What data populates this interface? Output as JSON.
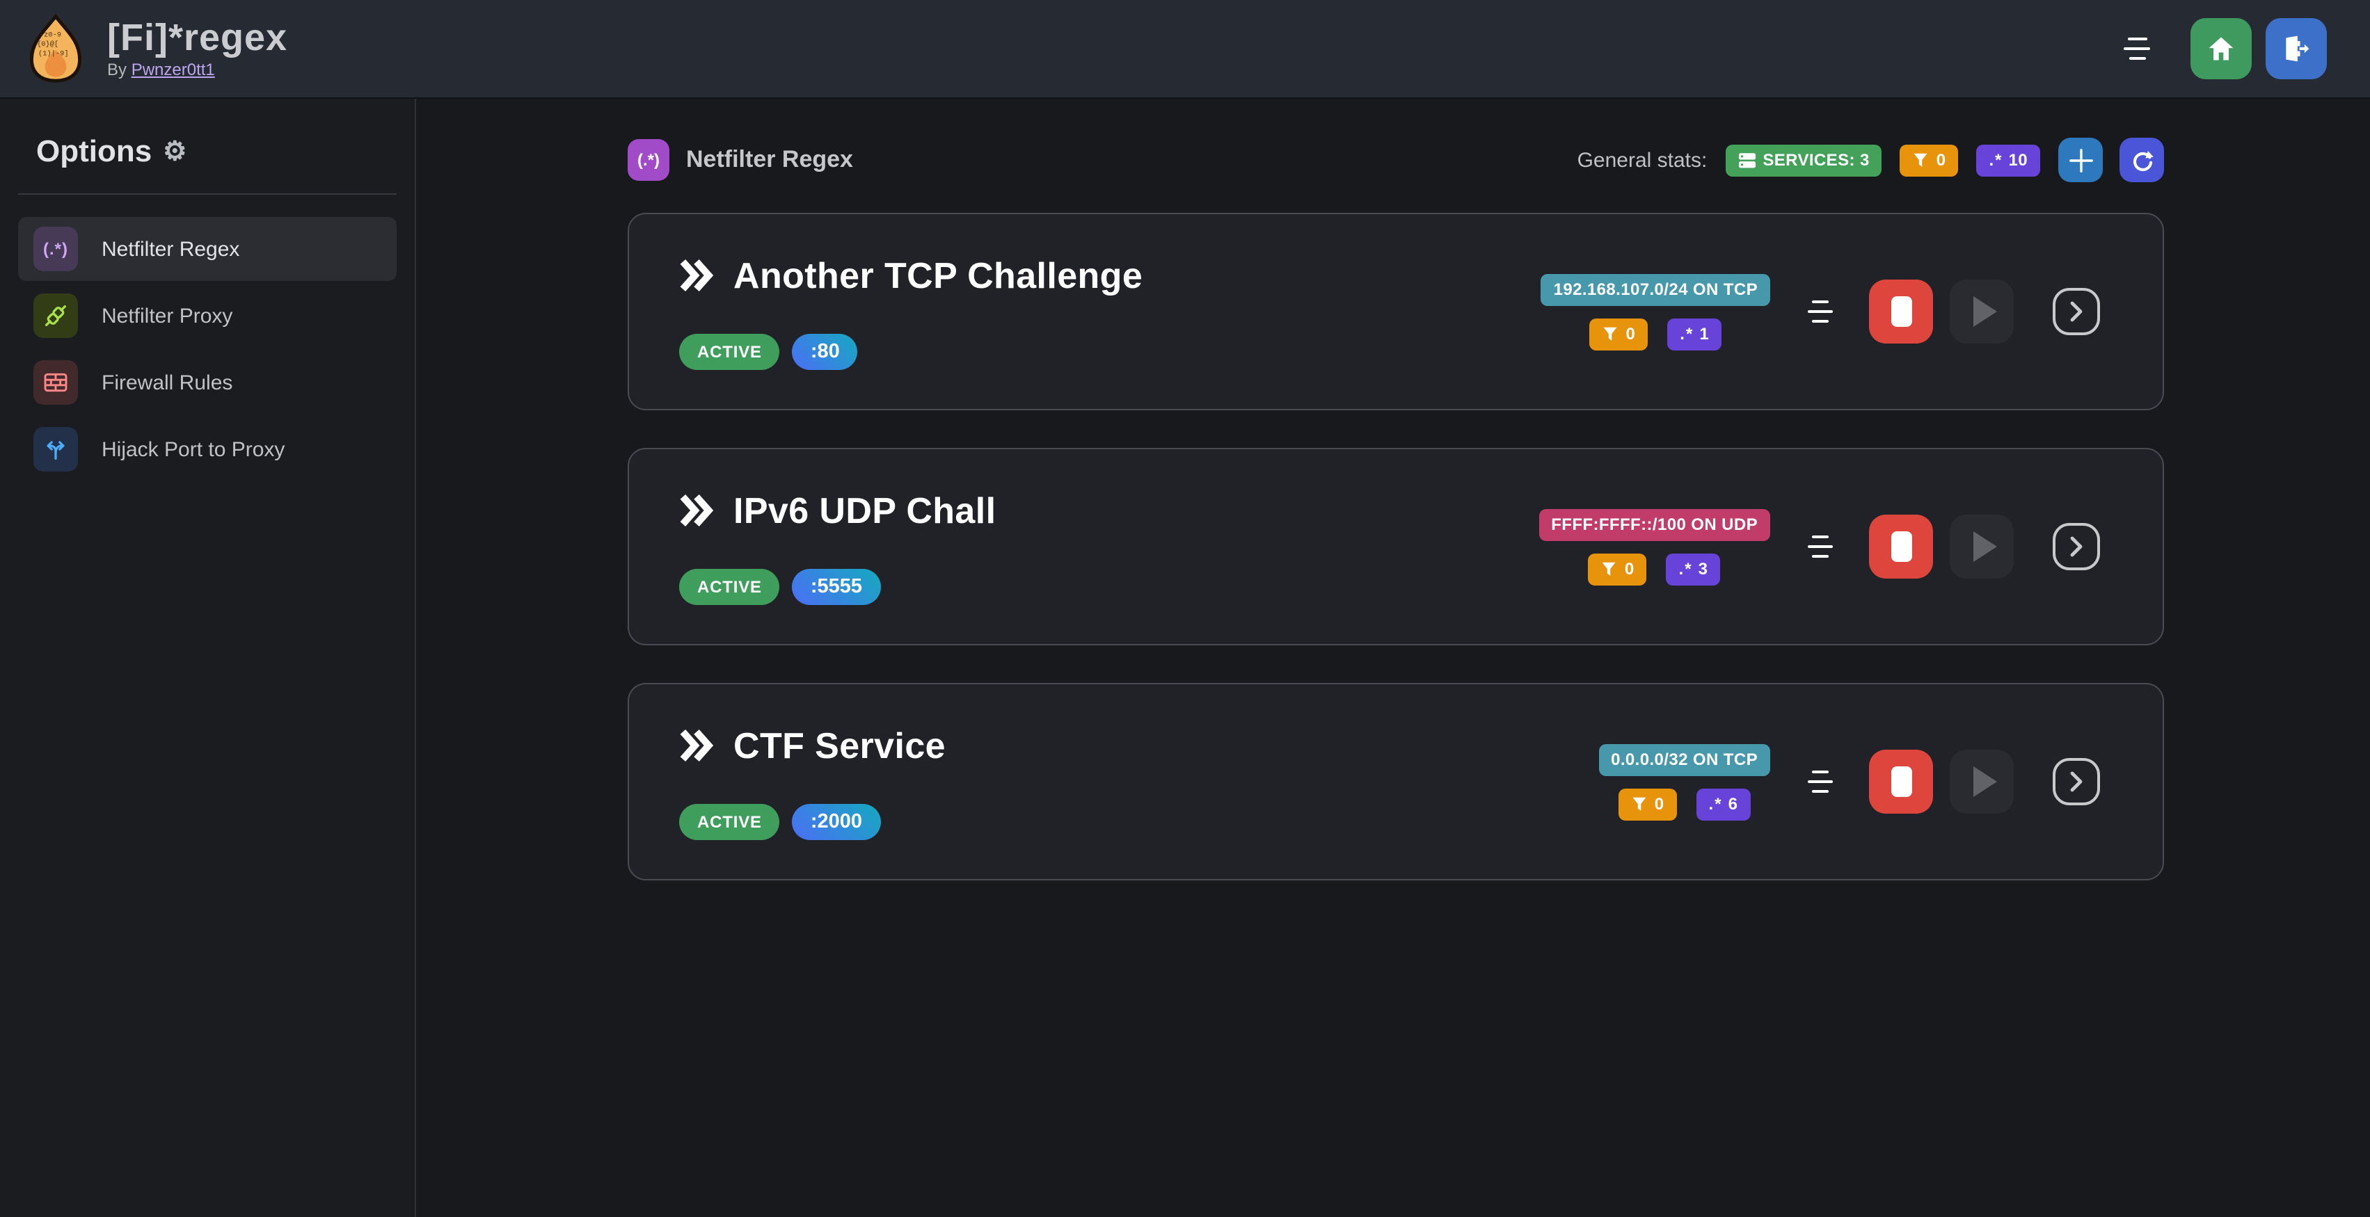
{
  "header": {
    "title": "[Fi]*regex",
    "byline_prefix": "By",
    "byline_link": "Pwnzer0tt1"
  },
  "sidebar": {
    "heading": "Options",
    "items": [
      {
        "label": "Netfilter Regex"
      },
      {
        "label": "Netfilter Proxy"
      },
      {
        "label": "Firewall Rules"
      },
      {
        "label": "Hijack Port to Proxy"
      }
    ]
  },
  "main": {
    "section_title": "Netfilter Regex",
    "stats_label": "General stats:",
    "stats": {
      "services": "SERVICES: 3",
      "filtered": "0",
      "regexes": "10"
    }
  },
  "services": [
    {
      "name": "Another TCP Challenge",
      "status": "ACTIVE",
      "port": ":80",
      "cidr": "192.168.107.0/24 ON TCP",
      "filtered": "0",
      "regexes": "1"
    },
    {
      "name": "IPv6 UDP Chall",
      "status": "ACTIVE",
      "port": ":5555",
      "cidr": "FFFF:FFFF::/100 ON UDP",
      "filtered": "0",
      "regexes": "3"
    },
    {
      "name": "CTF Service",
      "status": "ACTIVE",
      "port": ":2000",
      "cidr": "0.0.0.0/32 ON TCP",
      "filtered": "0",
      "regexes": "6"
    }
  ],
  "icons": {
    "gear": "⚙",
    "sidebar_regex_glyph": "(.*)",
    "section_icon_glyph": "(.*)",
    "regex_glyph": ".*"
  },
  "colors": {
    "header_bg": "#262b33",
    "page_bg": "#18191d",
    "card_bg": "#212228",
    "green": "#3f9e5c",
    "services_green": "#43a159",
    "orange": "#e8930c",
    "violet": "#6843d9",
    "teal": "#4798ab",
    "pink": "#c23c69",
    "red_stop": "#de453c",
    "blue_plus": "#2e79bd",
    "indigo_refresh": "#4b55d8",
    "home_green": "#3f9a5f",
    "logout_blue": "#3d70c8",
    "port_gradient_from": "#4c6ef5",
    "port_gradient_to": "#15aabf",
    "link_purple": "#bda6ef"
  }
}
